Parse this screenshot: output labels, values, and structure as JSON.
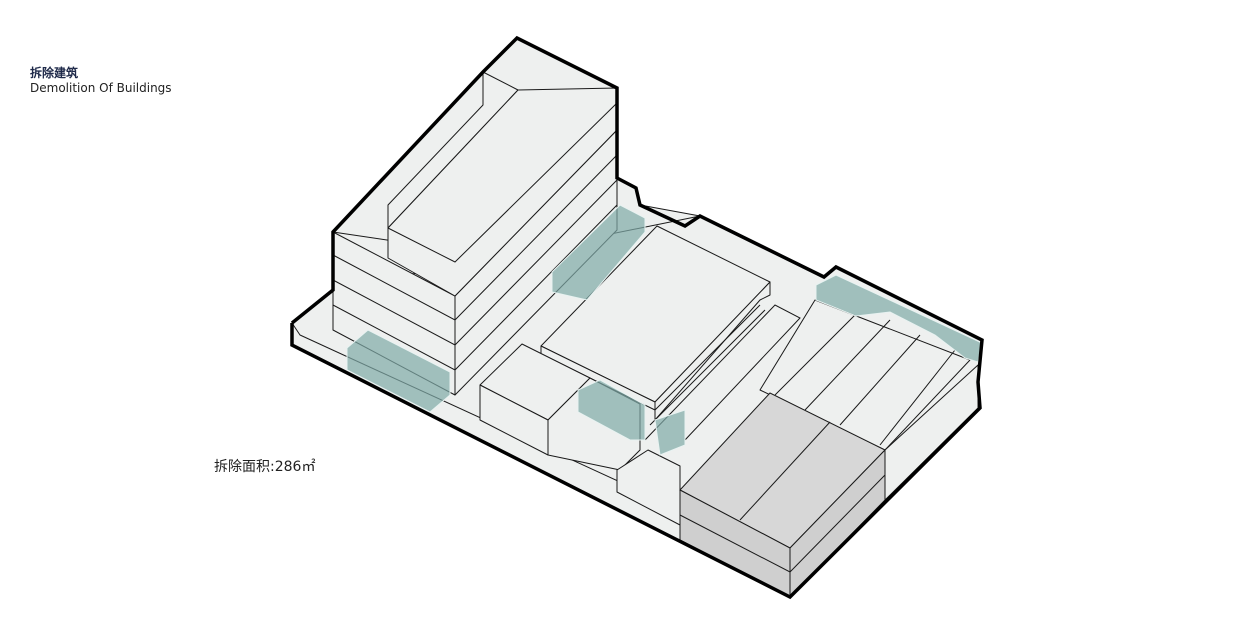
{
  "legend": {
    "title_cn": "拆除建筑",
    "title_en": "Demolition Of Buildings"
  },
  "area_label": "拆除面积:286㎡",
  "colors": {
    "building": "#eef0ef",
    "demolished": "#7fa9a6",
    "existing_gray": "#d7d7d7",
    "outline": "#000000"
  }
}
